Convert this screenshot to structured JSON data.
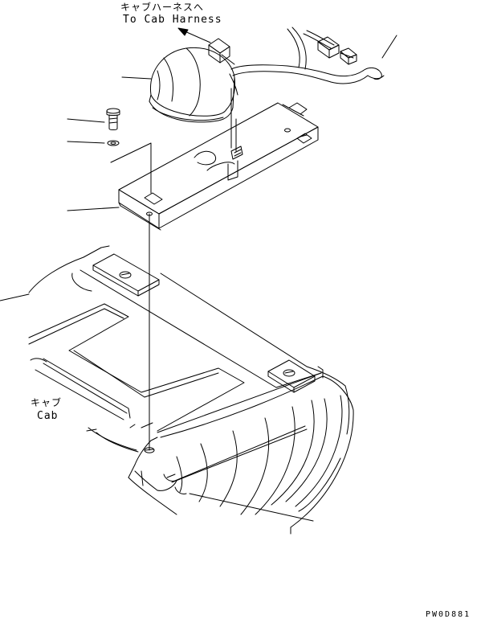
{
  "labels": {
    "harness_jp": "キャブハーネスへ",
    "harness_en": "To Cab Harness",
    "cab_jp": "キャブ",
    "cab_en": "Cab",
    "drawing_code": "PW0D881"
  },
  "colors": {
    "line": "#000000",
    "background": "#ffffff"
  }
}
